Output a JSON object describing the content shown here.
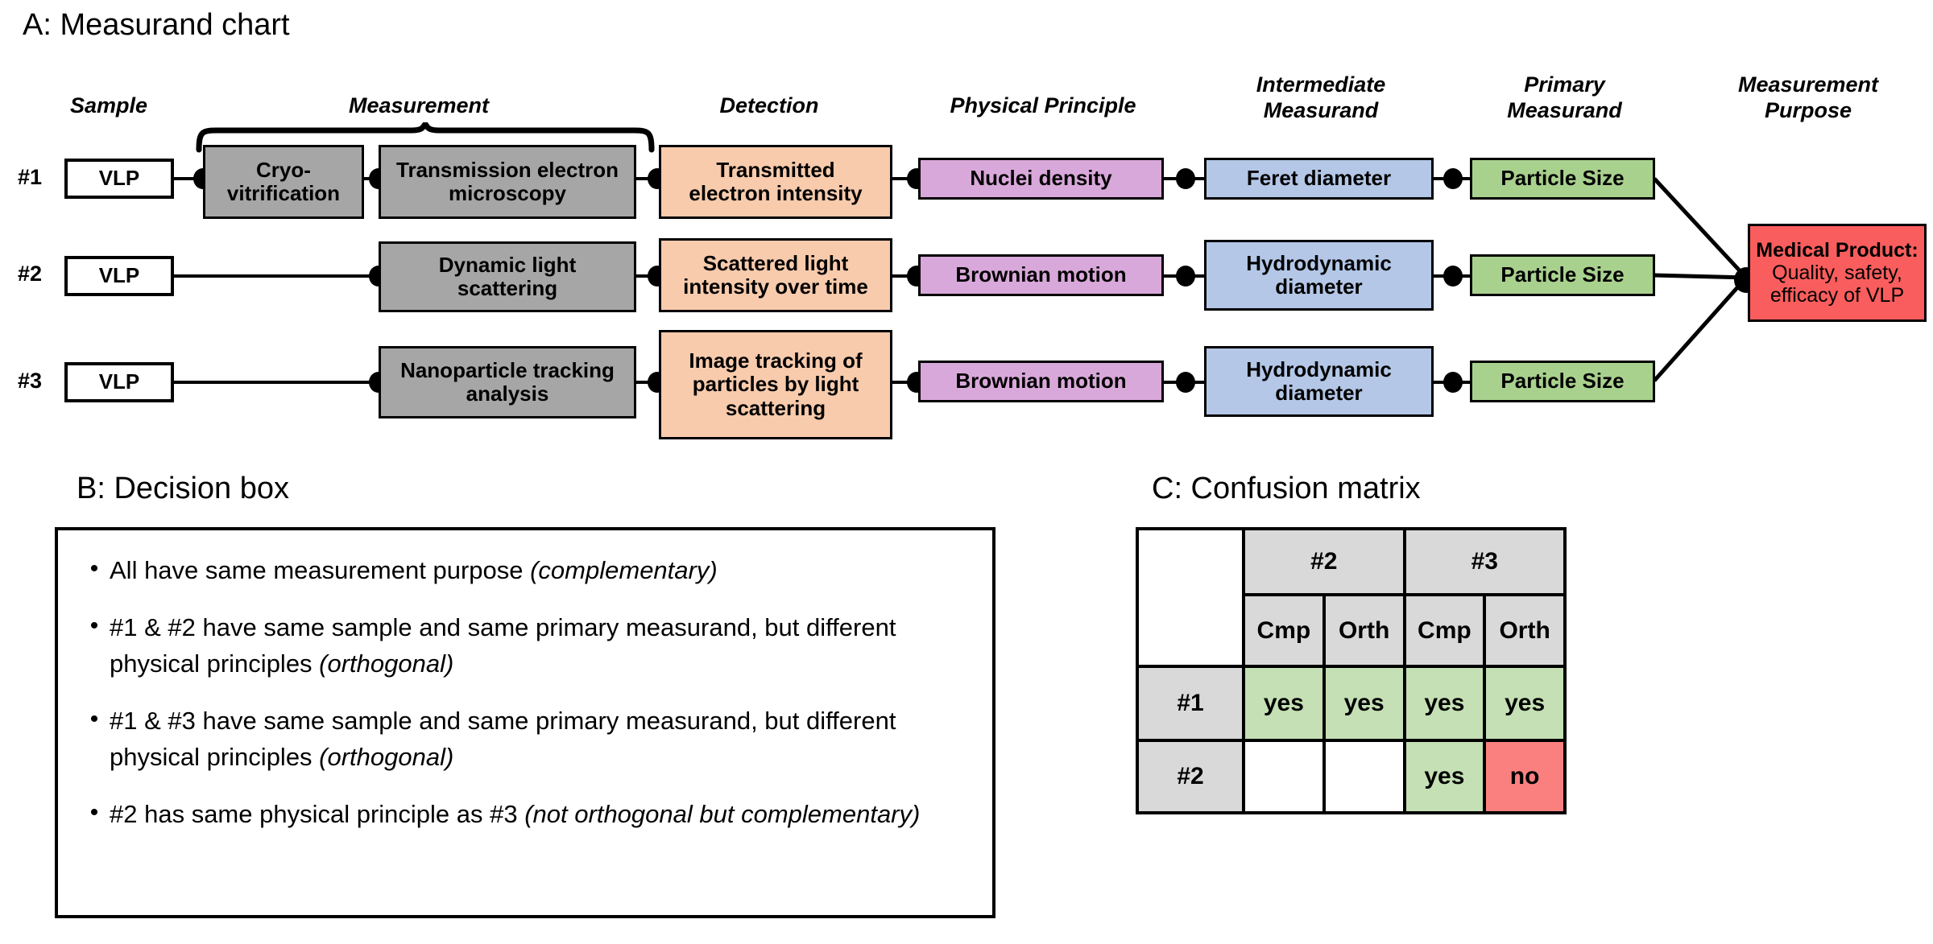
{
  "panels": {
    "a_title": "A: Measurand chart",
    "b_title": "B: Decision box",
    "c_title": "C: Confusion matrix"
  },
  "chart": {
    "column_headers": [
      "Sample",
      "Measurement",
      "Detection",
      "Physical Principle",
      "Intermediate\nMeasurand",
      "Primary\nMeasurand",
      "Measurement\nPurpose"
    ],
    "row_labels": [
      "#1",
      "#2",
      "#3"
    ],
    "rows": [
      {
        "label": "#1",
        "sample": "VLP",
        "preparation": "Cryo-\nvitrification",
        "measurement": "Transmission electron\nmicroscopy",
        "detection": "Transmitted\nelectron intensity",
        "principle": "Nuclei density",
        "intermediate": "Feret diameter",
        "primary": "Particle Size"
      },
      {
        "label": "#2",
        "sample": "VLP",
        "preparation": "",
        "measurement": "Dynamic light\nscattering",
        "detection": "Scattered light\nintensity over time",
        "principle": "Brownian motion",
        "intermediate": "Hydrodynamic\ndiameter",
        "primary": "Particle Size"
      },
      {
        "label": "#3",
        "sample": "VLP",
        "preparation": "",
        "measurement": "Nanoparticle tracking\nanalysis",
        "detection": "Image tracking of\nparticles by light\nscattering",
        "principle": "Brownian motion",
        "intermediate": "Hydrodynamic\ndiameter",
        "primary": "Particle Size"
      }
    ],
    "purpose": {
      "title": "Medical Product:",
      "line1": "Quality, safety,",
      "line2": "efficacy of VLP"
    },
    "colors": {
      "sample": "#ffffff",
      "measurement": "#a6a6a6",
      "detection": "#f8cbad",
      "principle": "#d9a8da",
      "intermediate": "#b4c7e7",
      "primary": "#a9d18e",
      "purpose": "#fa5d5d"
    }
  },
  "decision_box": {
    "bullet_char": "•",
    "items": [
      {
        "normal": "All have same measurement purpose ",
        "italic": "(complementary)",
        "tail": ""
      },
      {
        "normal": "#1 & #2 have same sample and same primary measurand, but different physical principles ",
        "italic": "(orthogonal)",
        "tail": ""
      },
      {
        "normal": "#1 & #3 have same sample and same primary measurand, but different physical principles ",
        "italic": "(orthogonal)",
        "tail": ""
      },
      {
        "normal": "#2 has same physical principle as #3 ",
        "italic": "(not orthogonal but complementary)",
        "tail": ""
      }
    ]
  },
  "confusion_matrix": {
    "corner": "",
    "group_headers": [
      "#2",
      "#3"
    ],
    "sub_headers": [
      "Cmp",
      "Orth",
      "Cmp",
      "Orth"
    ],
    "row_headers": [
      "#1",
      "#2"
    ],
    "cells": [
      [
        {
          "text": "yes",
          "state": "yes"
        },
        {
          "text": "yes",
          "state": "yes"
        },
        {
          "text": "yes",
          "state": "yes"
        },
        {
          "text": "yes",
          "state": "yes"
        }
      ],
      [
        {
          "text": "",
          "state": "empty"
        },
        {
          "text": "",
          "state": "empty"
        },
        {
          "text": "yes",
          "state": "yes"
        },
        {
          "text": "no",
          "state": "no"
        }
      ]
    ],
    "colors": {
      "yes": "#c5e0b4",
      "no": "#fa8080",
      "header": "#d9d9d9",
      "empty": "#ffffff"
    }
  }
}
